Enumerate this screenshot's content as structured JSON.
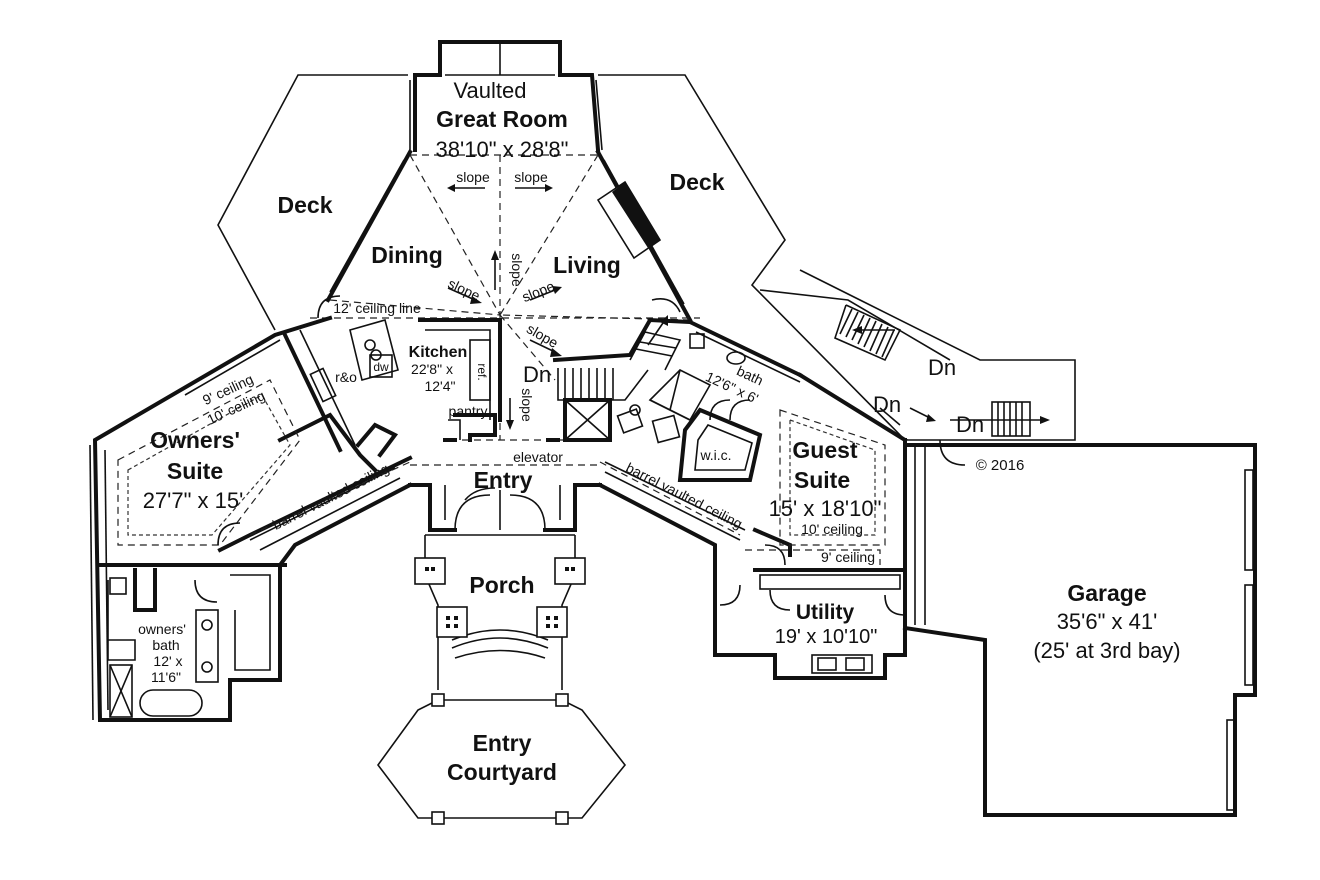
{
  "rooms": {
    "great_room": {
      "prefix": "Vaulted",
      "name": "Great Room",
      "dim": "38'10\" x 28'8\""
    },
    "deck_left": {
      "name": "Deck"
    },
    "deck_right": {
      "name": "Deck"
    },
    "dining": {
      "name": "Dining"
    },
    "living": {
      "name": "Living"
    },
    "kitchen": {
      "name": "Kitchen",
      "dim1": "22'8\" x",
      "dim2": "12'4\""
    },
    "owners_suite": {
      "name1": "Owners'",
      "name2": "Suite",
      "dim": "27'7\" x 15'"
    },
    "owners_bath": {
      "line1": "owners'",
      "line2": "bath",
      "line3": "12' x",
      "line4": "11'6\""
    },
    "entry": {
      "name": "Entry"
    },
    "porch": {
      "name": "Porch"
    },
    "courtyard": {
      "name1": "Entry",
      "name2": "Courtyard"
    },
    "guest_suite": {
      "name1": "Guest",
      "name2": "Suite",
      "dim": "15' x 18'10\""
    },
    "bath": {
      "line1": "bath",
      "line2": "12'6\" x 6'"
    },
    "wic": {
      "name": "w.i.c."
    },
    "utility": {
      "name": "Utility",
      "dim": "19' x 10'10\""
    },
    "garage": {
      "name": "Garage",
      "dim": "35'6\" x 41'",
      "note": "(25' at 3rd bay)"
    }
  },
  "annotations": {
    "slope": "slope",
    "ceiling_line": "12' ceiling line",
    "ceiling_9": "9' ceiling",
    "ceiling_10": "10' ceiling",
    "barrel": "barrel vaulted ceiling",
    "pantry": "pantry",
    "ref": "ref.",
    "ro": "r&o",
    "dw": "dw",
    "elevator": "elevator",
    "dn": "Dn",
    "copyright": "© 2016"
  }
}
